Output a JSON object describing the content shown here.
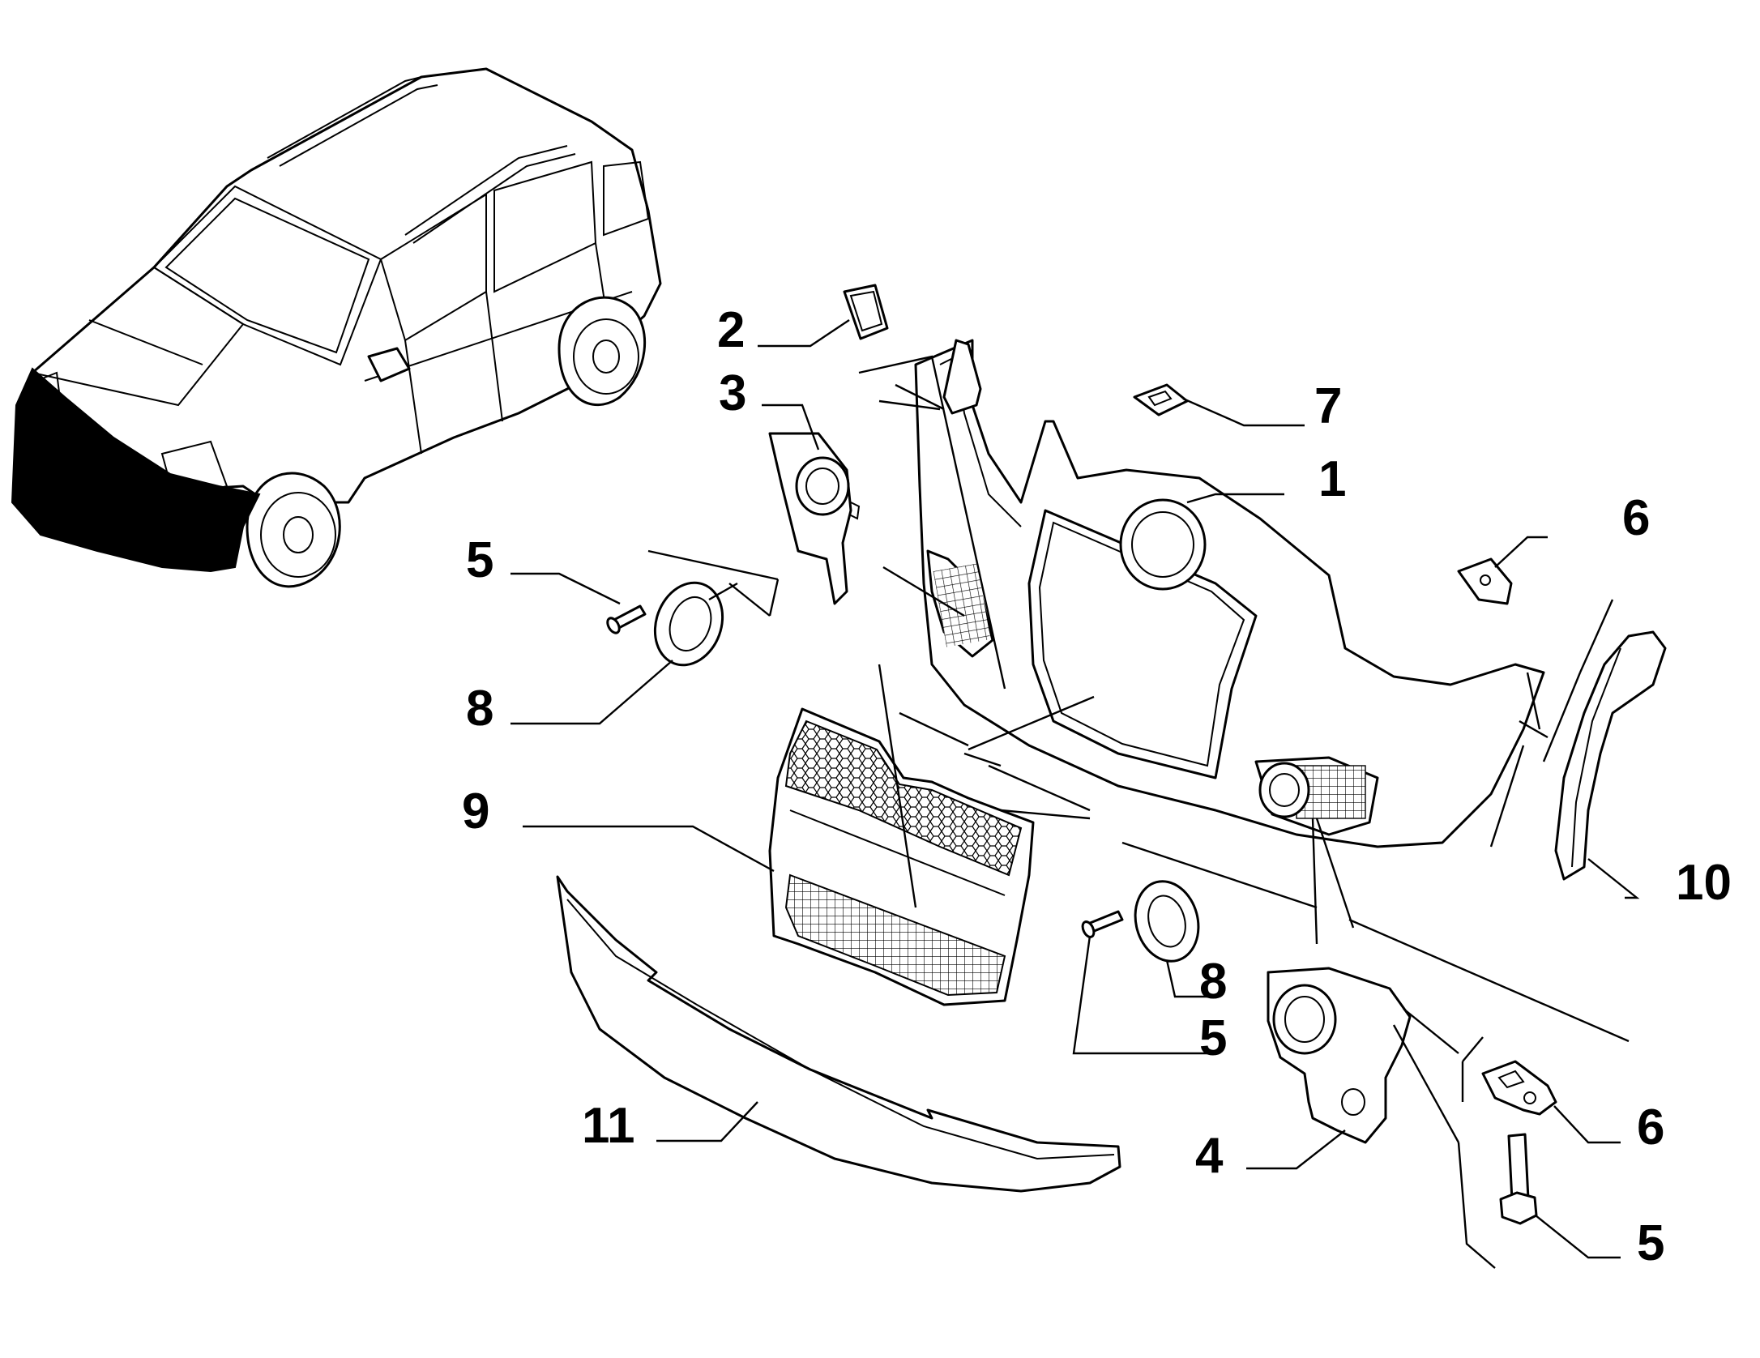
{
  "callouts": [
    {
      "id": "c2",
      "label": "2"
    },
    {
      "id": "c3",
      "label": "3"
    },
    {
      "id": "c7",
      "label": "7"
    },
    {
      "id": "c1",
      "label": "1"
    },
    {
      "id": "c6a",
      "label": "6"
    },
    {
      "id": "c5a",
      "label": "5"
    },
    {
      "id": "c8a",
      "label": "8"
    },
    {
      "id": "c9",
      "label": "9"
    },
    {
      "id": "c10",
      "label": "10"
    },
    {
      "id": "c8b",
      "label": "8"
    },
    {
      "id": "c5b",
      "label": "5"
    },
    {
      "id": "c11",
      "label": "11"
    },
    {
      "id": "c4",
      "label": "4"
    },
    {
      "id": "c6b",
      "label": "6"
    },
    {
      "id": "c5c",
      "label": "5"
    }
  ],
  "colors": {
    "ink": "#000000",
    "paper": "#ffffff",
    "highlight": "#000000"
  }
}
